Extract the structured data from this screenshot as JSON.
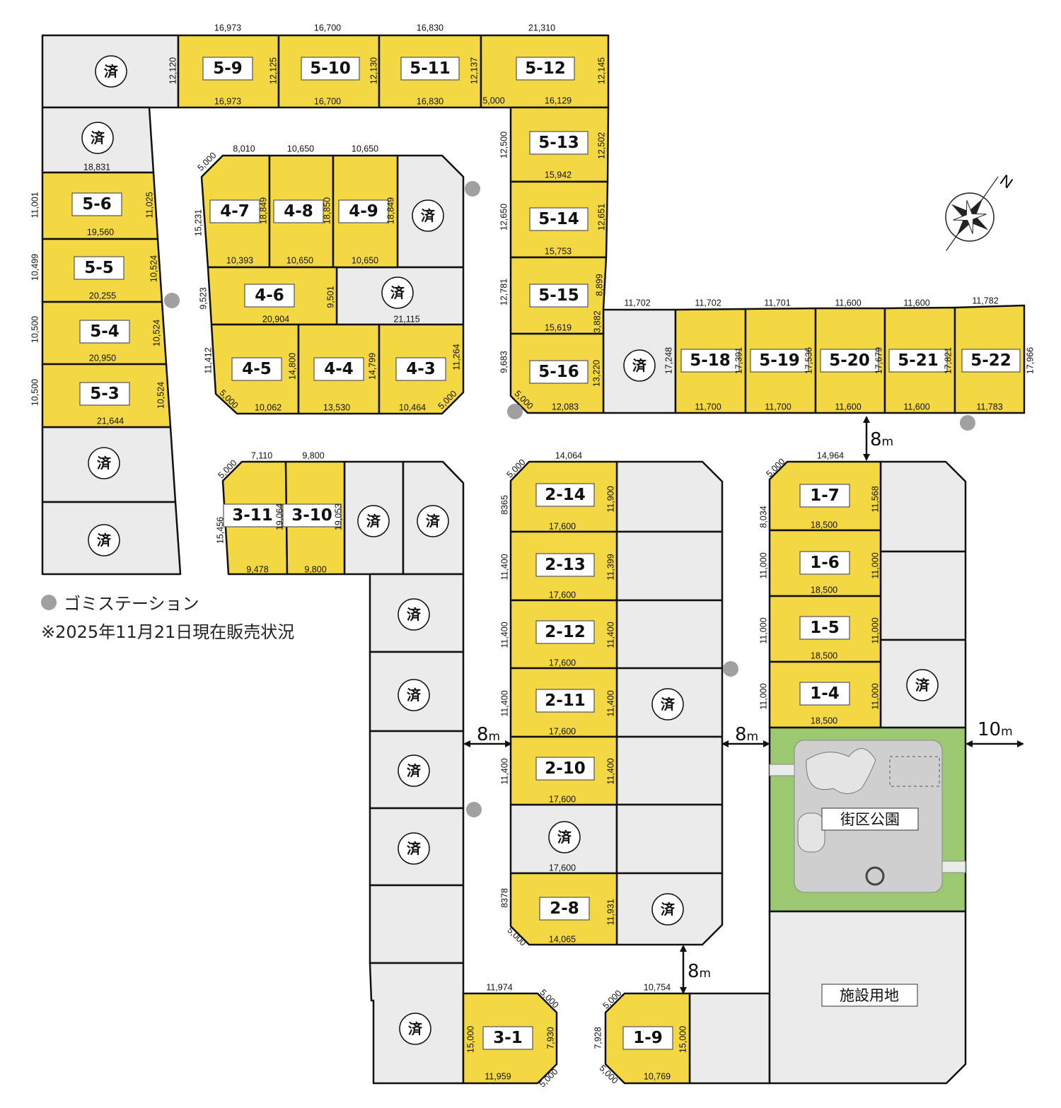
{
  "legend": {
    "garbage_station": "ゴミステーション",
    "status_note": "※2025年11月21日現在販売状況"
  },
  "sold_mark": "済",
  "compass": "N",
  "park_label": "街区公園",
  "facility_label": "施設用地",
  "colors": {
    "available": "#f4d843",
    "sold": "#ebebeb",
    "park": "#9dc872",
    "garbage_station": "#a0a0a0"
  },
  "roads": [
    {
      "width": "8",
      "unit": "m"
    },
    {
      "width": "8",
      "unit": "m"
    },
    {
      "width": "8",
      "unit": "m"
    },
    {
      "width": "10",
      "unit": "m"
    },
    {
      "width": "8",
      "unit": "m"
    }
  ],
  "lots": {
    "5-9": {
      "label": "5-9",
      "dims": [
        "16,973",
        "16,973",
        "12,125"
      ]
    },
    "5-10": {
      "label": "5-10",
      "dims": [
        "16,700",
        "16,700",
        "12,130"
      ]
    },
    "5-11": {
      "label": "5-11",
      "dims": [
        "16,830",
        "16,830",
        "12,137"
      ]
    },
    "5-12": {
      "label": "5-12",
      "dims": [
        "21,310",
        "5,000",
        "16,129",
        "12,145"
      ]
    },
    "5-13": {
      "label": "5-13",
      "dims": [
        "12,500",
        "12,502",
        "15,942"
      ]
    },
    "5-14": {
      "label": "5-14",
      "dims": [
        "12,650",
        "12,651",
        "15,753"
      ]
    },
    "5-15": {
      "label": "5-15",
      "dims": [
        "12,781",
        "8,899",
        "3,882",
        "15,619"
      ]
    },
    "5-16": {
      "label": "5-16",
      "dims": [
        "9,683",
        "13,220",
        "5,000",
        "12,083"
      ]
    },
    "5-18": {
      "label": "5-18",
      "dims": [
        "11,702",
        "17,391",
        "11,700"
      ]
    },
    "5-19": {
      "label": "5-19",
      "dims": [
        "11,701",
        "17,536",
        "11,700"
      ]
    },
    "5-20": {
      "label": "5-20",
      "dims": [
        "11,600",
        "17,679",
        "11,600"
      ]
    },
    "5-21": {
      "label": "5-21",
      "dims": [
        "11,600",
        "17,821",
        "11,600"
      ]
    },
    "5-22": {
      "label": "5-22",
      "dims": [
        "11,782",
        "17,966",
        "11,783"
      ]
    },
    "5-6": {
      "label": "5-6",
      "dims": [
        "11,001",
        "11,025",
        "19,560"
      ]
    },
    "5-5": {
      "label": "5-5",
      "dims": [
        "10,499",
        "10,524",
        "20,255"
      ]
    },
    "5-4": {
      "label": "5-4",
      "dims": [
        "10,500",
        "10,524",
        "20,950"
      ]
    },
    "5-3": {
      "label": "5-3",
      "dims": [
        "10,500",
        "10,524",
        "21,644"
      ]
    },
    "4-7": {
      "label": "4-7",
      "dims": [
        "5,000",
        "8,010",
        "15,231",
        "18,849",
        "10,393"
      ]
    },
    "4-8": {
      "label": "4-8",
      "dims": [
        "10,650",
        "18,850",
        "10,650"
      ]
    },
    "4-9": {
      "label": "4-9",
      "dims": [
        "10,650",
        "18,849",
        "10,650"
      ]
    },
    "4-6": {
      "label": "4-6",
      "dims": [
        "9,523",
        "9,501",
        "20,904"
      ]
    },
    "4-5": {
      "label": "4-5",
      "dims": [
        "11,412",
        "14,800",
        "5,000",
        "10,062"
      ]
    },
    "4-4": {
      "label": "4-4",
      "dims": [
        "14,799",
        "13,530"
      ]
    },
    "4-3": {
      "label": "4-3",
      "dims": [
        "11,264",
        "10,464",
        "5,000"
      ]
    },
    "3-11": {
      "label": "3-11",
      "dims": [
        "5,000",
        "7,110",
        "15,456",
        "19,064",
        "9,478"
      ]
    },
    "3-10": {
      "label": "3-10",
      "dims": [
        "9,800",
        "19,053",
        "9,800"
      ]
    },
    "3-1": {
      "label": "3-1",
      "dims": [
        "11,974",
        "5,000",
        "15,000",
        "7,930",
        "11,959",
        "5,000"
      ]
    },
    "2-14": {
      "label": "2-14",
      "dims": [
        "5,000",
        "14,064",
        "8365",
        "11,900",
        "17,600"
      ]
    },
    "2-13": {
      "label": "2-13",
      "dims": [
        "11,400",
        "11,399",
        "17,600"
      ]
    },
    "2-12": {
      "label": "2-12",
      "dims": [
        "11,400",
        "11,400",
        "17,600"
      ]
    },
    "2-11": {
      "label": "2-11",
      "dims": [
        "11,400",
        "11,400",
        "17,600"
      ]
    },
    "2-10": {
      "label": "2-10",
      "dims": [
        "11,400",
        "11,400",
        "17,600"
      ]
    },
    "2-8": {
      "label": "2-8",
      "dims": [
        "8378",
        "11,931",
        "5,000",
        "14,065"
      ]
    },
    "1-7": {
      "label": "1-7",
      "dims": [
        "5,000",
        "14,964",
        "8,034",
        "11,568",
        "18,500"
      ]
    },
    "1-6": {
      "label": "1-6",
      "dims": [
        "11,000",
        "11,000",
        "18,500"
      ]
    },
    "1-5": {
      "label": "1-5",
      "dims": [
        "11,000",
        "11,000",
        "18,500"
      ]
    },
    "1-4": {
      "label": "1-4",
      "dims": [
        "11,000",
        "11,000",
        "18,500"
      ]
    },
    "1-9": {
      "label": "1-9",
      "dims": [
        "5,000",
        "10,754",
        "7,928",
        "15,000",
        "5,000",
        "10,769"
      ]
    }
  },
  "sold_lots": [
    {
      "dims": [
        "12,120"
      ]
    },
    {
      "dims": [
        "18,831"
      ]
    },
    {
      "dims": []
    },
    {
      "dims": []
    },
    {
      "dims": []
    },
    {
      "dims": [
        "21,115"
      ]
    },
    {
      "dims": [
        "17,248",
        "11,702"
      ]
    },
    {
      "dims": []
    },
    {
      "dims": []
    },
    {
      "dims": []
    },
    {
      "dims": []
    },
    {
      "dims": []
    },
    {
      "dims": []
    },
    {
      "dims": []
    },
    {
      "dims": []
    },
    {
      "dims": [
        "17,600"
      ]
    },
    {
      "dims": []
    },
    {
      "dims": []
    },
    {
      "dims": []
    },
    {
      "dims": []
    },
    {
      "dims": []
    },
    {
      "dims": []
    },
    {
      "dims": []
    },
    {
      "dims": []
    },
    {
      "dims": []
    },
    {
      "dims": []
    },
    {
      "dims": []
    }
  ]
}
